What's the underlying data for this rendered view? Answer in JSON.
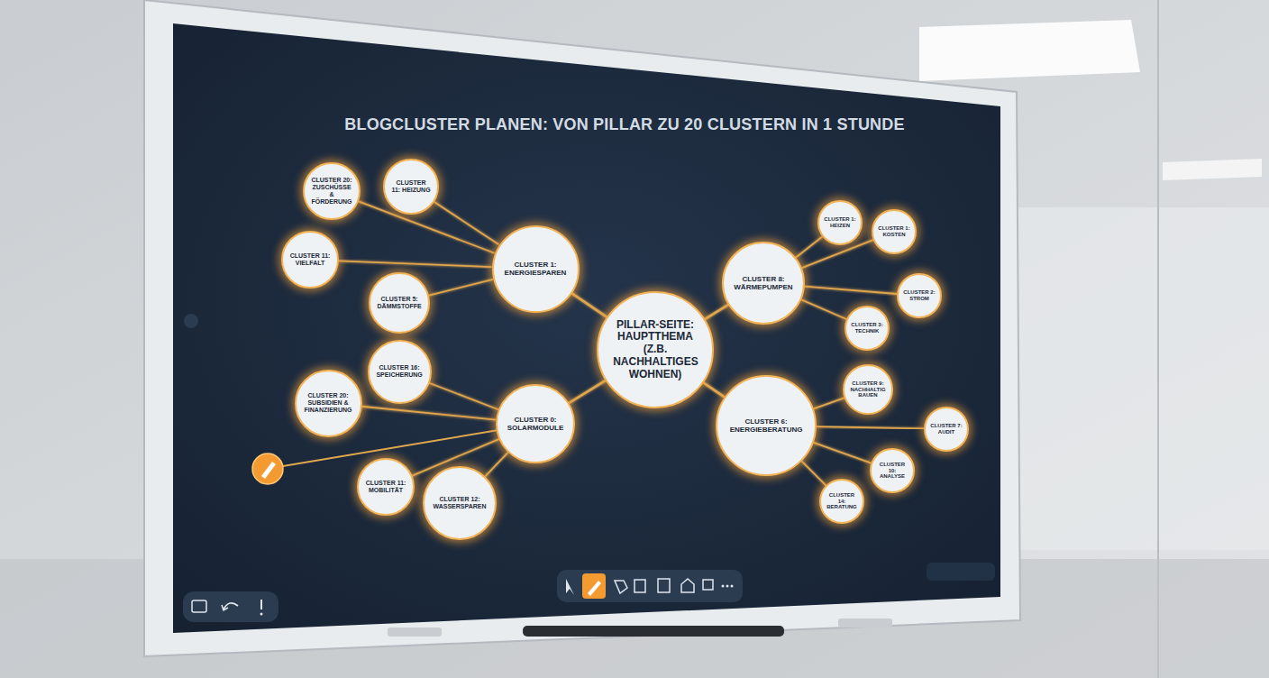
{
  "diagram": {
    "title": "BLOGCLUSTER PLANEN: VON PILLAR ZU 20 CLUSTERN IN 1 STUNDE",
    "nodes": [
      {
        "text": [
          "PILLAR-SEITE: HAUPTTHEMA (Z.B. NACHHALTIGES WOHNEN)"
        ]
      },
      {
        "text": [
          "CLUSTER 1: ENERGIESPAREN"
        ]
      },
      {
        "text": [
          "CLUSTER 20: ZUSCHÜSSE & FÖRDERUNG"
        ]
      },
      {
        "text": [
          "CLUSTER 11: HEIZUNG"
        ]
      },
      {
        "text": [
          "CLUSTER 11: VIELFALT"
        ]
      },
      {
        "text": [
          "CLUSTER 5: DÄMMSTOFFE"
        ]
      },
      {
        "text": [
          "CLUSTER 0: SOLARMODULE"
        ]
      },
      {
        "text": [
          "CLUSTER 16: SPEICHERUNG"
        ]
      },
      {
        "text": [
          "CLUSTER 20: SUBSIDIEN & FINANZIERUNG"
        ]
      },
      {
        "text": [
          "CLUSTER 11: MOBILITÄT"
        ]
      },
      {
        "text": [
          "CLUSTER 12: WASSERSPAREN"
        ]
      },
      {
        "text": [
          "CLUSTER 8: WÄRMEPUMPEN"
        ]
      },
      {
        "text": [
          "CLUSTER 1: HEIZEN"
        ]
      },
      {
        "text": [
          "CLUSTER 1: KOSTEN"
        ]
      },
      {
        "text": [
          "CLUSTER 2: STROM"
        ]
      },
      {
        "text": [
          "CLUSTER 3: TECHNIK"
        ]
      },
      {
        "text": [
          "CLUSTER 6: ENERGIEBERATUNG"
        ]
      },
      {
        "text": [
          "CLUSTER 9: NACHHALTIG BAUEN"
        ]
      },
      {
        "text": [
          "CLUSTER 7: AUDIT"
        ]
      },
      {
        "text": [
          "CLUSTER 10: ANALYSE"
        ]
      },
      {
        "text": [
          "CLUSTER 14: BERATUNG"
        ]
      }
    ],
    "edges": [
      {
        "from": 0,
        "to": 1,
        "arrow": "none"
      },
      {
        "from": 0,
        "to": 6,
        "arrow": "none"
      },
      {
        "from": 0,
        "to": 11,
        "arrow": "none"
      },
      {
        "from": 0,
        "to": 16,
        "arrow": "none"
      },
      {
        "from": 1,
        "to": 2,
        "arrow": "none"
      },
      {
        "from": 1,
        "to": 3,
        "arrow": "none"
      },
      {
        "from": 1,
        "to": 4,
        "arrow": "none"
      },
      {
        "from": 1,
        "to": 5,
        "arrow": "none"
      },
      {
        "from": 6,
        "to": 7,
        "arrow": "none"
      },
      {
        "from": 6,
        "to": 8,
        "arrow": "none"
      },
      {
        "from": 6,
        "to": 9,
        "arrow": "none"
      },
      {
        "from": 6,
        "to": 10,
        "arrow": "none"
      },
      {
        "from": 11,
        "to": 12,
        "arrow": "none"
      },
      {
        "from": 11,
        "to": 13,
        "arrow": "none"
      },
      {
        "from": 11,
        "to": 14,
        "arrow": "none"
      },
      {
        "from": 11,
        "to": 15,
        "arrow": "none"
      },
      {
        "from": 16,
        "to": 17,
        "arrow": "none"
      },
      {
        "from": 16,
        "to": 18,
        "arrow": "none"
      },
      {
        "from": 16,
        "to": 19,
        "arrow": "none"
      },
      {
        "from": 16,
        "to": 20,
        "arrow": "none"
      }
    ]
  }
}
